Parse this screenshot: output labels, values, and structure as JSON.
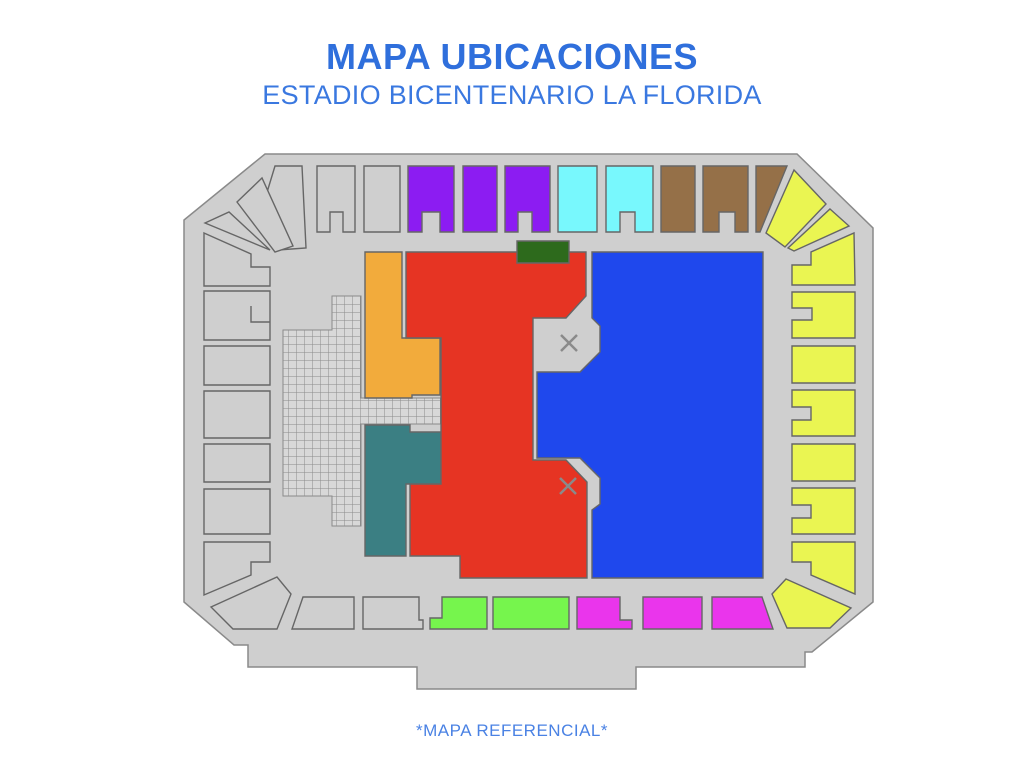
{
  "header": {
    "title": "MAPA UBICACIONES",
    "subtitle": "ESTADIO BICENTENARIO LA FLORIDA"
  },
  "footer": {
    "note": "*MAPA REFERENCIAL*"
  },
  "colors": {
    "title": "#2f6fdc",
    "stadium_base": "#cfcfcf",
    "unassigned_section": "#cfcfcf",
    "purple": "#8c1cf2",
    "cyan": "#78f8fd",
    "brown": "#957048",
    "yellow": "#eaf552",
    "orange": "#f2ab3c",
    "red": "#e63423",
    "blue": "#1f48ed",
    "teal": "#3b7f83",
    "dark_green": "#2d6a1c",
    "light_green": "#76f54d",
    "magenta": "#ea35ec",
    "stage_grid": "#d8d8d8"
  },
  "map": {
    "zones": [
      {
        "name": "red-floor-zone",
        "color": "red"
      },
      {
        "name": "blue-floor-zone",
        "color": "blue"
      },
      {
        "name": "orange-zone",
        "color": "orange"
      },
      {
        "name": "teal-zone",
        "color": "teal"
      },
      {
        "name": "dark-green-zone",
        "color": "dark_green"
      },
      {
        "name": "purple-sections",
        "color": "purple",
        "count": 3
      },
      {
        "name": "cyan-sections",
        "color": "cyan",
        "count": 2
      },
      {
        "name": "brown-sections",
        "color": "brown",
        "count": 3
      },
      {
        "name": "yellow-sections",
        "color": "yellow",
        "count": 9
      },
      {
        "name": "light-green-sections",
        "color": "light_green",
        "count": 2
      },
      {
        "name": "magenta-sections",
        "color": "magenta",
        "count": 3
      }
    ],
    "markers": [
      "x-marker-upper",
      "x-marker-lower"
    ]
  }
}
